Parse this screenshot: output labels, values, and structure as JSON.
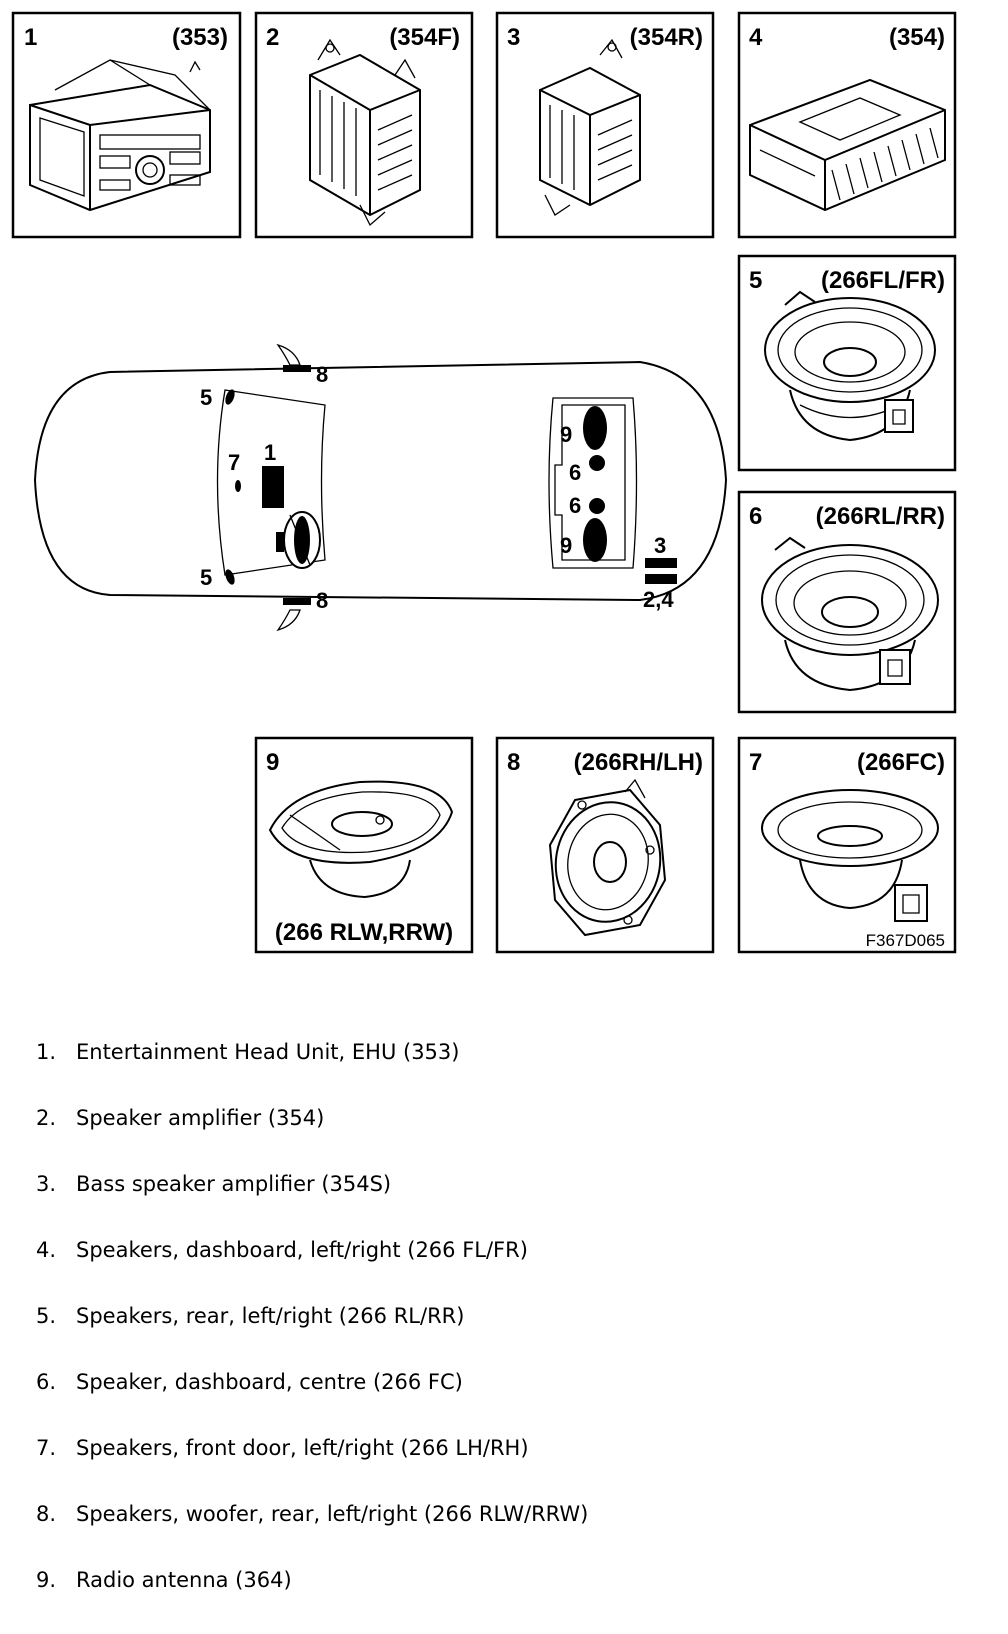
{
  "panels": [
    {
      "num": "1",
      "code": "(353)"
    },
    {
      "num": "2",
      "code": "(354F)"
    },
    {
      "num": "3",
      "code": "(354R)"
    },
    {
      "num": "4",
      "code": "(354)"
    },
    {
      "num": "5",
      "code": "(266FL/FR)"
    },
    {
      "num": "6",
      "code": "(266RL/RR)"
    },
    {
      "num": "9",
      "code": "(266 RLW,RRW)"
    },
    {
      "num": "8",
      "code": "(266RH/LH)"
    },
    {
      "num": "7",
      "code": "(266FC)"
    }
  ],
  "figure_id": "F367D065",
  "car_callouts": {
    "top_woofer": "8",
    "front_left_rear": "5",
    "head_unit": "1",
    "center": "7",
    "front_right_rear": "5",
    "bottom_woofer": "8",
    "rear_speaker_top": "9",
    "rear_small_top": "6",
    "rear_small_bottom": "6",
    "rear_speaker_bottom": "9",
    "amp_bass": "3",
    "amp_main": "2,4"
  },
  "legend": [
    {
      "num": "1.",
      "text": "Entertainment Head Unit, EHU (353)"
    },
    {
      "num": "2.",
      "text": "Speaker amplifier (354)"
    },
    {
      "num": "3.",
      "text": "Bass speaker amplifier (354S)"
    },
    {
      "num": "4.",
      "text": "Speakers, dashboard, left/right (266 FL/FR)"
    },
    {
      "num": "5.",
      "text": "Speakers, rear, left/right (266 RL/RR)"
    },
    {
      "num": "6.",
      "text": "Speaker, dashboard, centre (266 FC)"
    },
    {
      "num": "7.",
      "text": "Speakers, front door, left/right (266 LH/RH)"
    },
    {
      "num": "8.",
      "text": "Speakers, woofer, rear, left/right (266 RLW/RRW)"
    },
    {
      "num": "9.",
      "text": "Radio antenna (364)"
    }
  ]
}
